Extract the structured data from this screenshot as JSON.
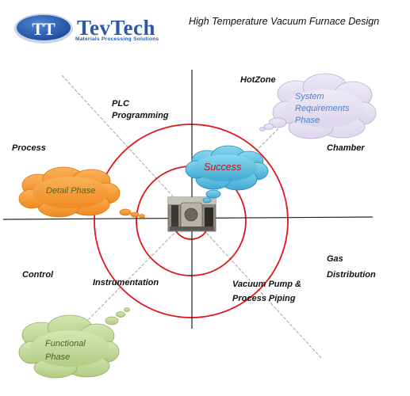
{
  "header": {
    "logo_monogram": "TT",
    "brand_name": "TevTech",
    "tagline": "Materials Processing Solutions",
    "title": "High Temperature Vacuum Furnace Design"
  },
  "sectors": {
    "hotzone": "HotZone",
    "plc_line1": "PLC",
    "plc_line2": "Programming",
    "process": "Process",
    "chamber": "Chamber",
    "gas_line1": "Gas",
    "gas_line2": "Distribution",
    "control": "Control",
    "instrumentation": "Instrumentation",
    "vacuum_line1": "Vacuum Pump &",
    "vacuum_line2": "Process Piping"
  },
  "phases": {
    "system_requirements_line1": "System",
    "system_requirements_line2": "Requirements",
    "system_requirements_line3": "Phase",
    "detail": "Detail Phase",
    "functional_line1": "Functional",
    "functional_line2": "Phase",
    "success": "Success"
  },
  "colors": {
    "ring": "#e0141a",
    "axis": "#222222",
    "diagonal": "#999999",
    "brand": "#2b59a6",
    "cloud_lavender": "#e3def0",
    "cloud_orange": "#f6962e",
    "cloud_green": "#c2d898",
    "cloud_blue": "#5cc0df",
    "text_blue": "#4d7fc7",
    "text_olive": "#4f6228",
    "text_red": "#d01010"
  },
  "icons": {
    "center": "furnace-photo"
  }
}
